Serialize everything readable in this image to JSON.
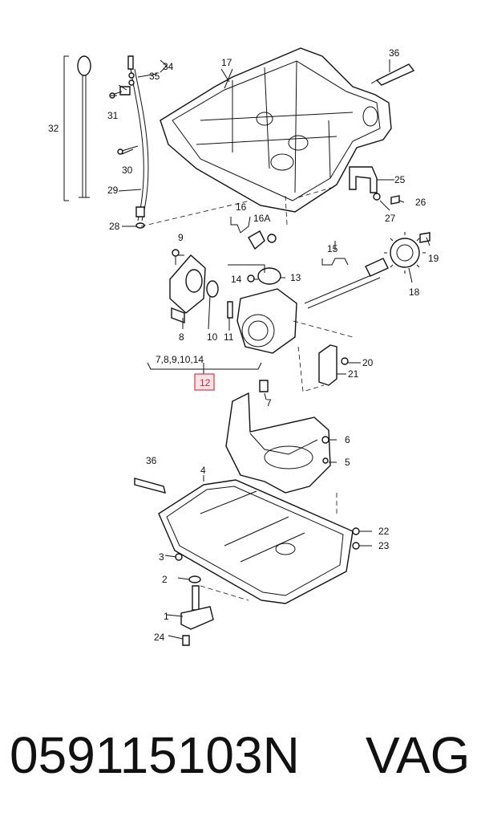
{
  "callouts": {
    "c1": "1",
    "c2": "2",
    "c3": "3",
    "c4": "4",
    "c5": "5",
    "c6": "6",
    "c7": "7",
    "c8": "8",
    "c9": "9",
    "c10": "10",
    "c11": "11",
    "c12": "12",
    "c13": "13",
    "c14": "14",
    "c15": "15",
    "c16": "16",
    "c16a": "16A",
    "c17": "17",
    "c18": "18",
    "c19": "19",
    "c20": "20",
    "c21": "21",
    "c22": "22",
    "c23": "23",
    "c24": "24",
    "c25": "25",
    "c26": "26",
    "c27": "27",
    "c28": "28",
    "c29": "29",
    "c30": "30",
    "c31": "31",
    "c32": "32",
    "c34": "34",
    "c35": "35",
    "c36a": "36",
    "c36b": "36"
  },
  "group_label": "7,8,9,10,14",
  "highlight": {
    "label": "12",
    "color": "#d63a4a"
  },
  "caption": {
    "part_number": "059115103N",
    "brand": "VAG"
  }
}
